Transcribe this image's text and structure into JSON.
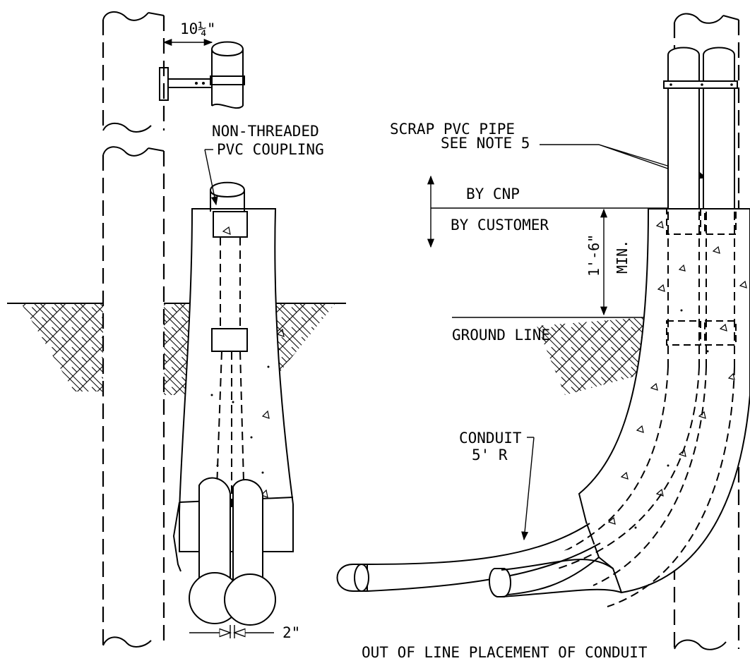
{
  "labels": {
    "gap_dimension": "10¼\"",
    "coupling_line1": "NON-THREADED",
    "coupling_line2": "PVC COUPLING",
    "scrap_line1": "SCRAP PVC PIPE",
    "scrap_line2": "SEE NOTE 5",
    "by_cnp": "BY CNP",
    "by_customer": "BY CUSTOMER",
    "depth_dimension": "1'-6\"",
    "depth_min": "MIN.",
    "ground_line": "GROUND LINE",
    "conduit_line1": "CONDUIT",
    "conduit_line2": "5' R",
    "spacing_dimension": "2\"",
    "caption": "OUT OF LINE PLACEMENT OF CONDUIT"
  }
}
